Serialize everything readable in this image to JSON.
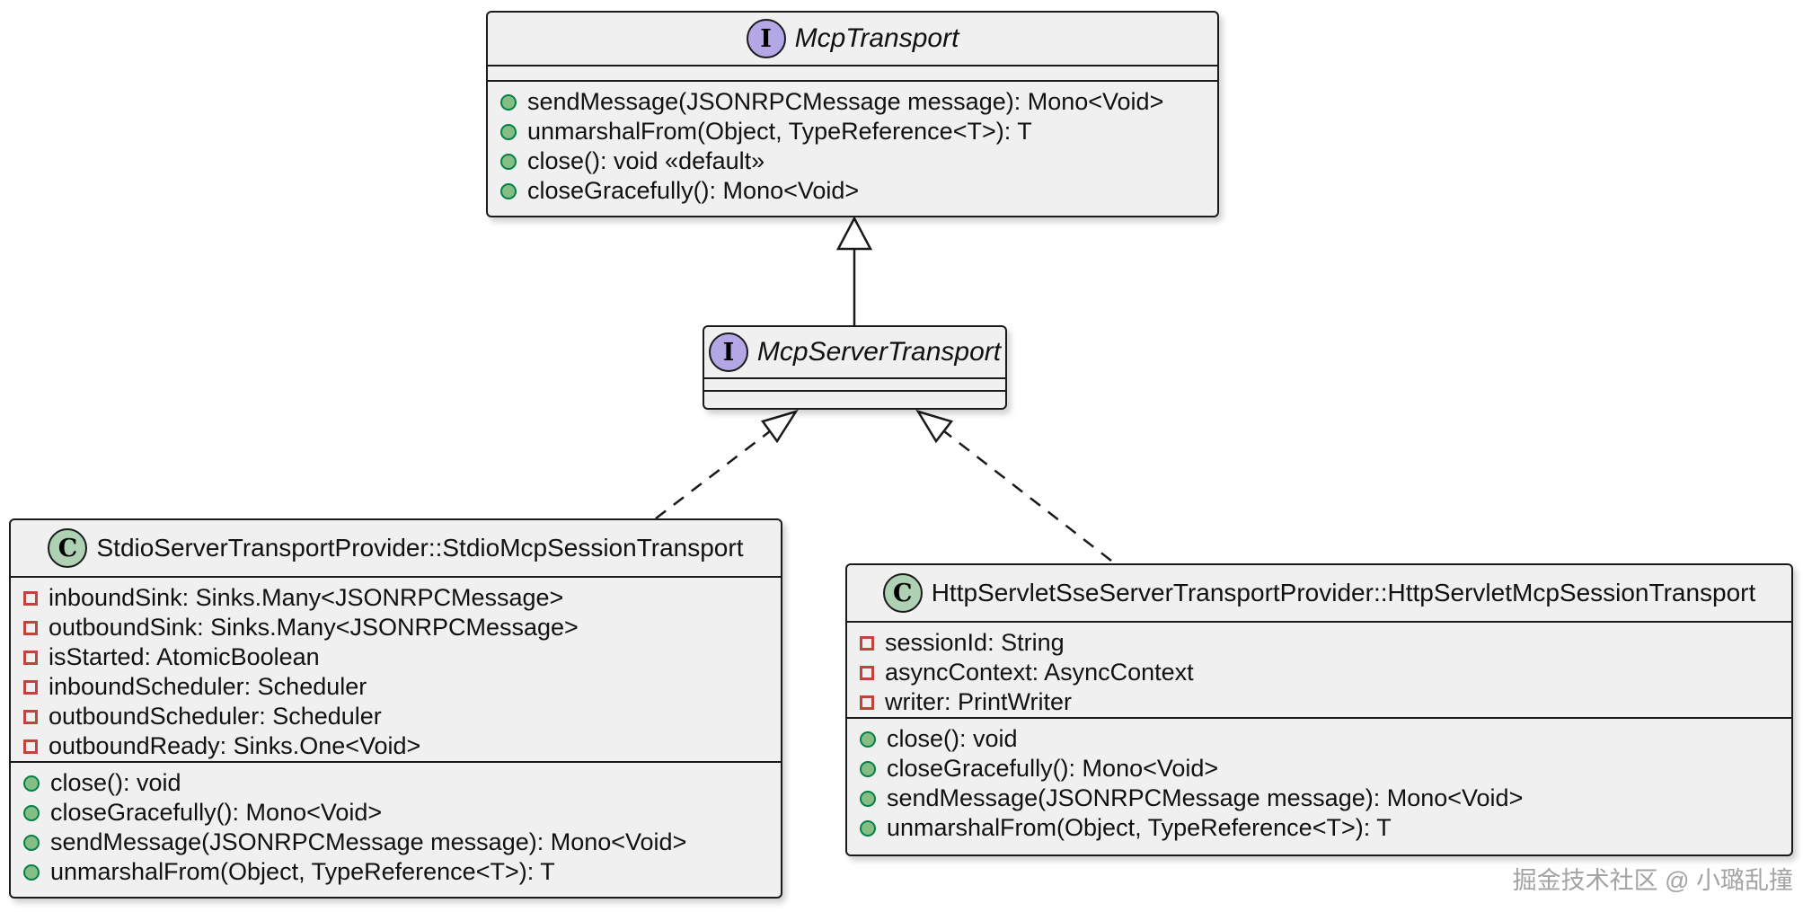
{
  "classes": [
    {
      "kind": "interface",
      "spot_letter": "I",
      "name": "McpTransport",
      "fields": [],
      "methods": [
        "sendMessage(JSONRPCMessage message): Mono<Void>",
        "unmarshalFrom(Object, TypeReference<T>): T",
        "close(): void «default»",
        "closeGracefully(): Mono<Void>"
      ]
    },
    {
      "kind": "interface",
      "spot_letter": "I",
      "name": "McpServerTransport",
      "fields": [],
      "methods": []
    },
    {
      "kind": "class",
      "spot_letter": "C",
      "name": "StdioServerTransportProvider::StdioMcpSessionTransport",
      "fields": [
        "inboundSink: Sinks.Many<JSONRPCMessage>",
        "outboundSink: Sinks.Many<JSONRPCMessage>",
        "isStarted: AtomicBoolean",
        "inboundScheduler: Scheduler",
        "outboundScheduler: Scheduler",
        "outboundReady: Sinks.One<Void>"
      ],
      "methods": [
        "close(): void",
        "closeGracefully(): Mono<Void>",
        "sendMessage(JSONRPCMessage message): Mono<Void>",
        "unmarshalFrom(Object, TypeReference<T>): T"
      ]
    },
    {
      "kind": "class",
      "spot_letter": "C",
      "name": "HttpServletSseServerTransportProvider::HttpServletMcpSessionTransport",
      "fields": [
        "sessionId: String",
        "asyncContext: AsyncContext",
        "writer: PrintWriter"
      ],
      "methods": [
        "close(): void",
        "closeGracefully(): Mono<Void>",
        "sendMessage(JSONRPCMessage message): Mono<Void>",
        "unmarshalFrom(Object, TypeReference<T>): T"
      ]
    }
  ],
  "relationships": [
    {
      "from": "McpServerTransport",
      "to": "McpTransport",
      "type": "extends",
      "line": "solid"
    },
    {
      "from": "StdioServerTransportProvider::StdioMcpSessionTransport",
      "to": "McpServerTransport",
      "type": "implements",
      "line": "dashed"
    },
    {
      "from": "HttpServletSseServerTransportProvider::HttpServletMcpSessionTransport",
      "to": "McpServerTransport",
      "type": "implements",
      "line": "dashed"
    }
  ],
  "watermark": "掘金技术社区 @ 小璐乱撞",
  "colors": {
    "box_fill": "#f0f0f0",
    "box_border": "#1a1a1a",
    "interface_spot": "#B4A7E5",
    "class_spot": "#ADD1B2",
    "method_fill": "#84BE84",
    "method_border": "#038048",
    "field_border": "#C0443C",
    "watermark_color": "#a3a3a3"
  }
}
